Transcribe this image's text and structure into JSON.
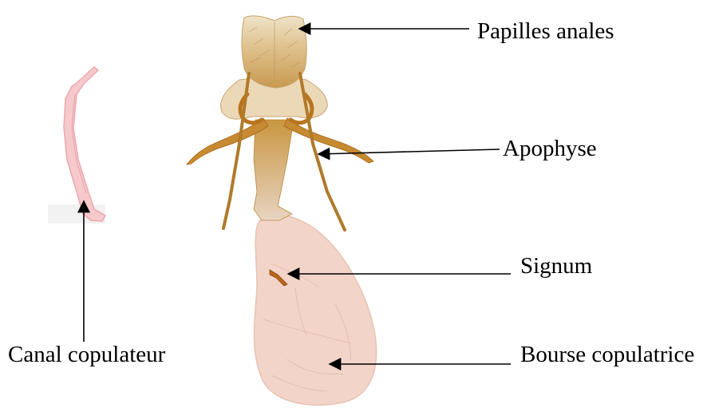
{
  "labels": {
    "papilles_anales": "Papilles anales",
    "apophyse": "Apophyse",
    "signum": "Signum",
    "bourse_copulatrice": "Bourse copulatrice",
    "canal_copulateur": "Canal copulateur"
  },
  "colors": {
    "background": "#ffffff",
    "label_text": "#000000",
    "arrow": "#000000",
    "bursa_fill": "#f0d3c6",
    "bursa_edge": "#e6c1b1",
    "sclerotized": "#c48a2c",
    "sclerotized_dark": "#a8651a",
    "ovipositor": "#d8b87c",
    "duct_pink": "#f3b8bd"
  },
  "icons": {
    "arrow_head": "arrow-head-icon"
  }
}
